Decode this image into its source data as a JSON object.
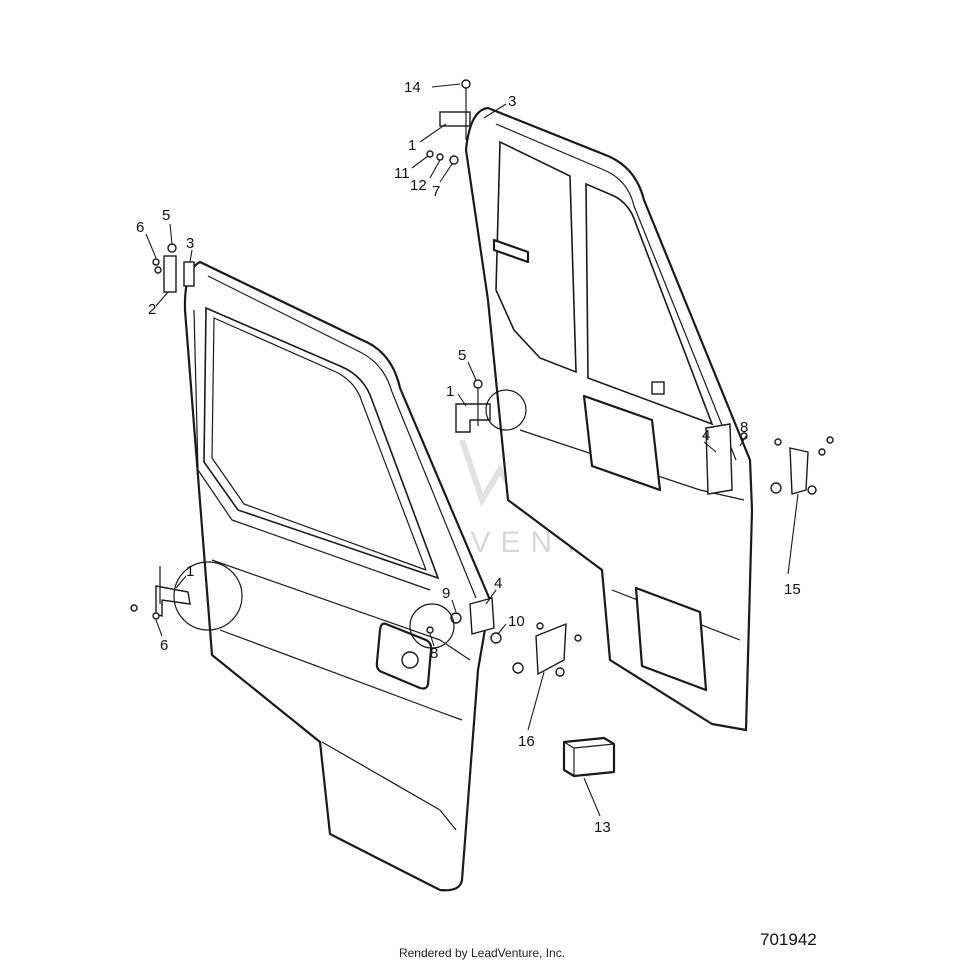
{
  "diagram": {
    "callouts": [
      {
        "id": "c14",
        "text": "14"
      },
      {
        "id": "c3-top",
        "text": "3"
      },
      {
        "id": "c1-top",
        "text": "1"
      },
      {
        "id": "c11",
        "text": "11"
      },
      {
        "id": "c12",
        "text": "12"
      },
      {
        "id": "c7",
        "text": "7"
      },
      {
        "id": "c6-up",
        "text": "6"
      },
      {
        "id": "c5-up",
        "text": "5"
      },
      {
        "id": "c3-left",
        "text": "3"
      },
      {
        "id": "c2",
        "text": "2"
      },
      {
        "id": "c5-mid",
        "text": "5"
      },
      {
        "id": "c1-mid",
        "text": "1"
      },
      {
        "id": "c4-right",
        "text": "4"
      },
      {
        "id": "c8-right",
        "text": "8"
      },
      {
        "id": "c15",
        "text": "15"
      },
      {
        "id": "c1-low",
        "text": "1"
      },
      {
        "id": "c6-low",
        "text": "6"
      },
      {
        "id": "c9",
        "text": "9"
      },
      {
        "id": "c4-left",
        "text": "4"
      },
      {
        "id": "c10",
        "text": "10"
      },
      {
        "id": "c8-left",
        "text": "8"
      },
      {
        "id": "c16",
        "text": "16"
      },
      {
        "id": "c13",
        "text": "13"
      }
    ],
    "watermark": "LEADVENTURE",
    "diagram_number": "701942",
    "footer": "Rendered by LeadVenture, Inc."
  }
}
